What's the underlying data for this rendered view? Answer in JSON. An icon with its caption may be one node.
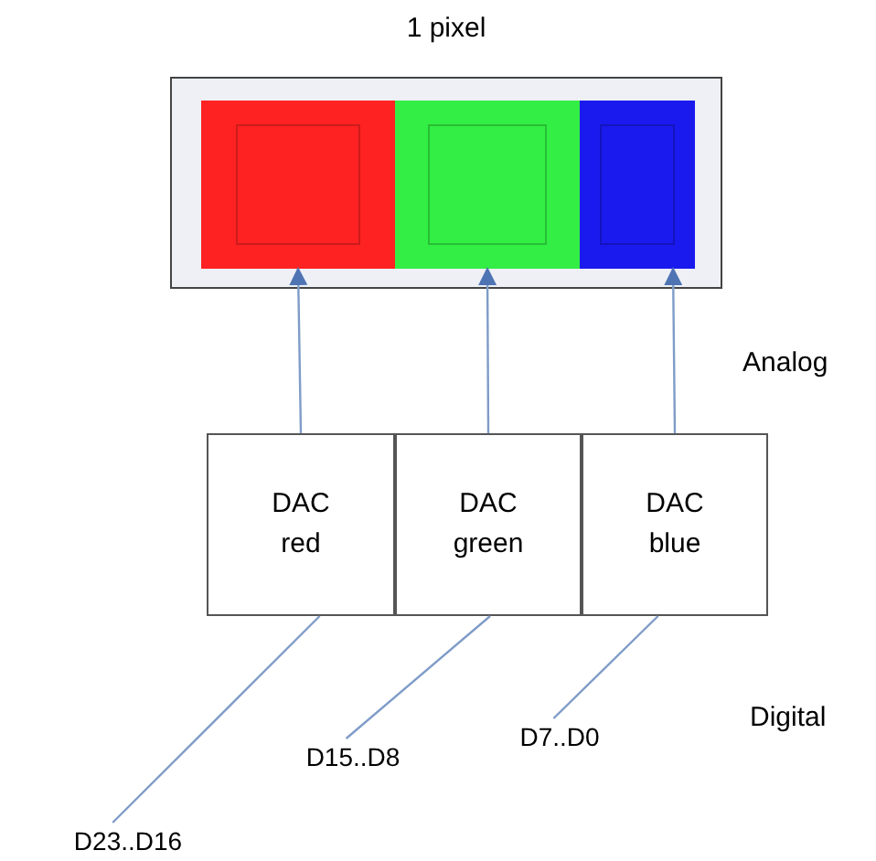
{
  "diagram": {
    "nodes": [
      {
        "text": [
          "1 pixel"
        ]
      },
      {
        "text": [],
        "shape": "box",
        "in": 0
      },
      {
        "text": [],
        "shape": "box",
        "in": 0
      },
      {
        "text": [],
        "shape": "box",
        "in": 0
      },
      {
        "text": [
          "DAC red"
        ]
      },
      {
        "text": [
          "DAC green"
        ]
      },
      {
        "text": [
          "DAC blue"
        ]
      },
      {
        "text": [
          "D23..D16"
        ]
      },
      {
        "text": [
          "D15..D8"
        ]
      },
      {
        "text": [
          "D7..D0"
        ]
      }
    ],
    "edges": [
      {
        "from": 4,
        "to": 1,
        "arrow": "to"
      },
      {
        "from": 5,
        "to": 2,
        "arrow": "to"
      },
      {
        "from": 6,
        "to": 3,
        "arrow": "to"
      },
      {
        "from": 7,
        "to": 4,
        "arrow": "none"
      },
      {
        "from": 8,
        "to": 5,
        "arrow": "none"
      },
      {
        "from": 9,
        "to": 6,
        "arrow": "none"
      }
    ],
    "labels": [
      "Analog",
      "Digital"
    ]
  }
}
